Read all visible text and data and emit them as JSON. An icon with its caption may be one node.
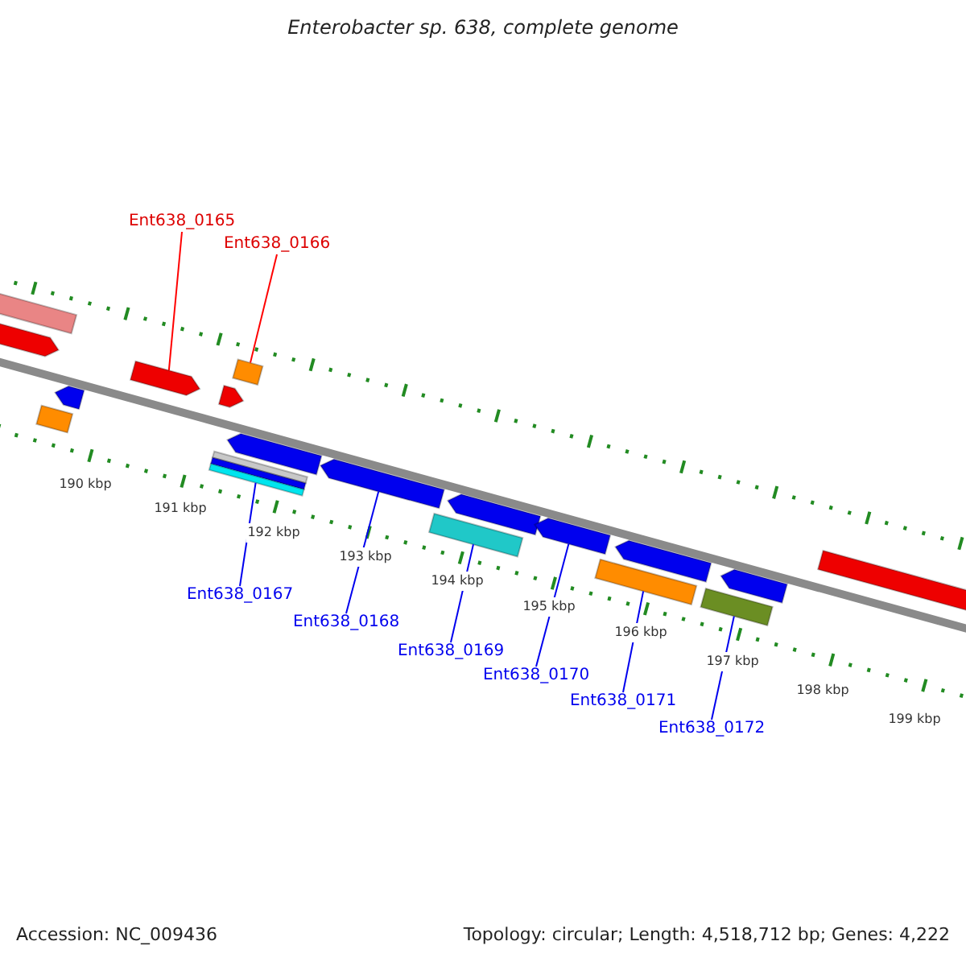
{
  "diagram": {
    "title": "Enterobacter sp. 638, complete genome",
    "nodes": [
      {
        "text": [
          "Ent638_0165"
        ]
      },
      {
        "text": [
          "Ent638_0166"
        ]
      },
      {
        "text": [
          "Ent638_0167"
        ]
      },
      {
        "text": [
          "Ent638_0168"
        ]
      },
      {
        "text": [
          "Ent638_0169"
        ]
      },
      {
        "text": [
          "Ent638_0170"
        ]
      },
      {
        "text": [
          "Ent638_0171"
        ]
      },
      {
        "text": [
          "Ent638_0172"
        ]
      },
      {
        "text": [],
        "shape": "bar"
      },
      {
        "text": [],
        "shape": "bar"
      },
      {
        "text": [],
        "shape": "bar"
      },
      {
        "text": [],
        "shape": "bar"
      },
      {
        "text": [],
        "shape": "bar"
      },
      {
        "text": [],
        "shape": "bar"
      },
      {
        "text": [],
        "shape": "bar"
      },
      {
        "text": [],
        "shape": "bar"
      },
      {
        "text": [],
        "shape": "bar"
      },
      {
        "text": [],
        "shape": "bar"
      },
      {
        "text": [],
        "shape": "bar"
      },
      {
        "text": [],
        "shape": "bar"
      },
      {
        "text": [],
        "shape": "bar"
      },
      {
        "text": [],
        "shape": "bar"
      },
      {
        "text": [],
        "shape": "bar"
      },
      {
        "text": [],
        "shape": "bar"
      },
      {
        "text": [],
        "shape": "bar"
      },
      {
        "text": [],
        "shape": "bar"
      },
      {
        "text": [],
        "shape": "bar"
      },
      {
        "text": [],
        "shape": "bar"
      }
    ],
    "edges": [
      {
        "from": 0,
        "to": 12,
        "arrow": "none",
        "color": "#ff0000"
      },
      {
        "from": 1,
        "to": 14,
        "arrow": "none",
        "color": "#ff0000"
      },
      {
        "from": 2,
        "to": 17,
        "arrow": "none"
      },
      {
        "from": 3,
        "to": 19,
        "arrow": "none"
      },
      {
        "from": 4,
        "to": 20,
        "arrow": "none"
      },
      {
        "from": 5,
        "to": 22,
        "arrow": "none"
      },
      {
        "from": 6,
        "to": 23,
        "arrow": "none"
      },
      {
        "from": 7,
        "to": 25,
        "arrow": "none"
      }
    ],
    "labels": [
      "190 kbp",
      "191 kbp",
      "192 kbp",
      "193 kbp",
      "194 kbp",
      "195 kbp",
      "196 kbp",
      "197 kbp",
      "198 kbp",
      "199 kbp",
      "Accession: NC_009436",
      "Topology: circular; Length: 4,518,712 bp; Genes: 4,222"
    ]
  }
}
